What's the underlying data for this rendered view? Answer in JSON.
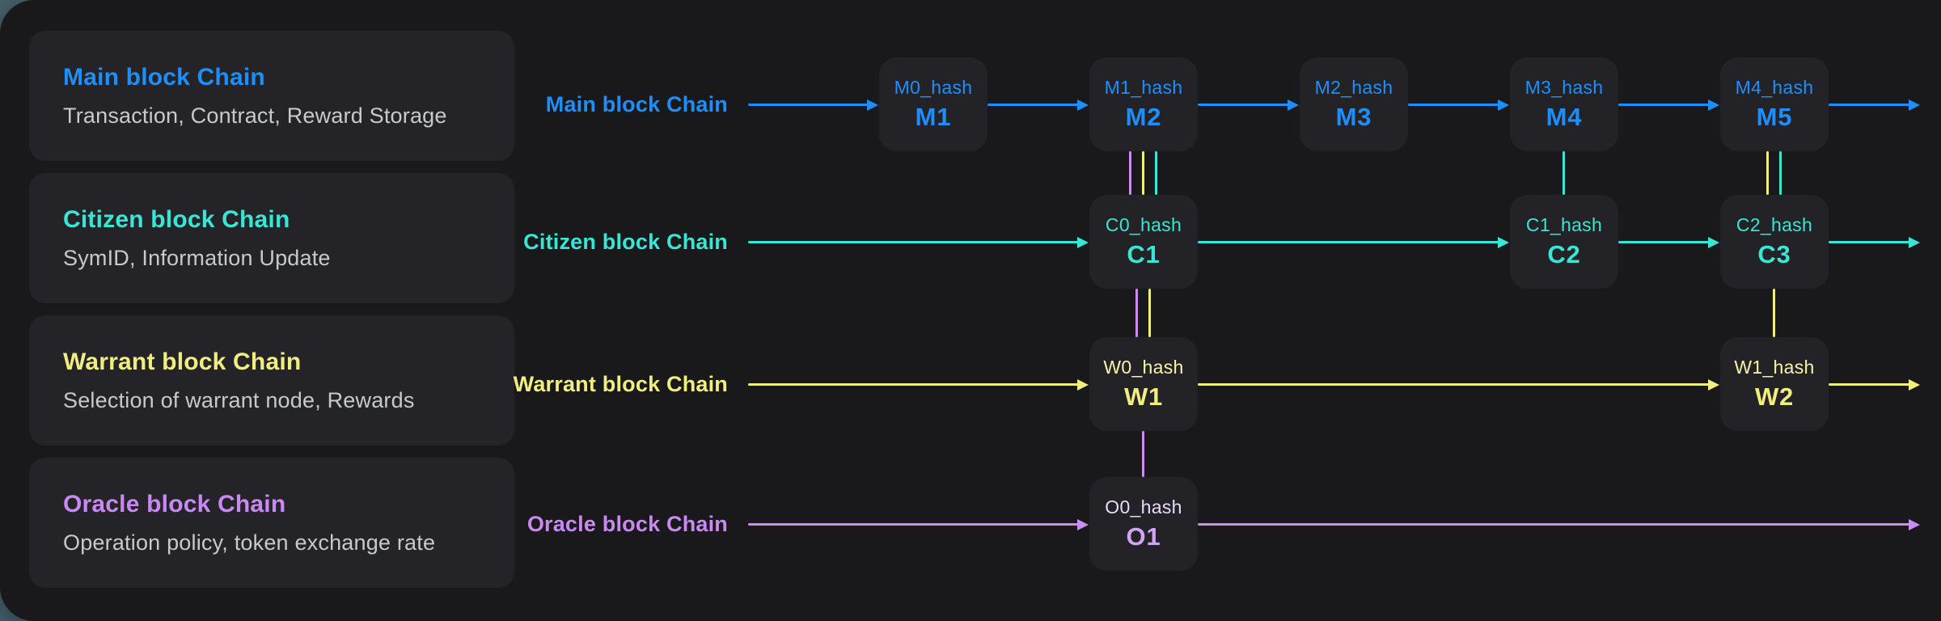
{
  "palette": {
    "page_bg": "#47636d",
    "panel_bg": "#19191b",
    "card_bg": "#242428",
    "block_bg": "#232327",
    "blue": "#1e8ffa",
    "cyan": "#38e6d5",
    "yellow": "#f1ed7f",
    "yellow_soft": "#f7f3a9",
    "purple": "#c988f2",
    "purple_line": "#cb8def",
    "purple_name": "#d2a4f6",
    "purple_soft": "#ead9f8",
    "subtitle": "#c8c9cd"
  },
  "legend": {
    "cards": [
      {
        "title": "Main block Chain",
        "subtitle": "Transaction, Contract, Reward Storage",
        "chain": "main"
      },
      {
        "title": "Citizen block Chain",
        "subtitle": "SymID, Information Update",
        "chain": "citizen"
      },
      {
        "title": "Warrant block Chain",
        "subtitle": "Selection of warrant node, Rewards",
        "chain": "warrant"
      },
      {
        "title": "Oracle block Chain",
        "subtitle": "Operation policy, token exchange rate",
        "chain": "oracle"
      }
    ]
  },
  "diagram": {
    "row_labels": [
      {
        "label": "Main block Chain",
        "chain": "main"
      },
      {
        "label": "Citizen block Chain",
        "chain": "citizen"
      },
      {
        "label": "Warrant block Chain",
        "chain": "warrant"
      },
      {
        "label": "Oracle block Chain",
        "chain": "oracle"
      }
    ],
    "blocks": [
      {
        "hash": "M0_hash",
        "name": "M1",
        "chain": "main"
      },
      {
        "hash": "M1_hash",
        "name": "M2",
        "chain": "main"
      },
      {
        "hash": "M2_hash",
        "name": "M3",
        "chain": "main"
      },
      {
        "hash": "M3_hash",
        "name": "M4",
        "chain": "main"
      },
      {
        "hash": "M4_hash",
        "name": "M5",
        "chain": "main"
      },
      {
        "hash": "C0_hash",
        "name": "C1",
        "chain": "citizen"
      },
      {
        "hash": "C1_hash",
        "name": "C2",
        "chain": "citizen"
      },
      {
        "hash": "C2_hash",
        "name": "C3",
        "chain": "citizen"
      },
      {
        "hash": "W0_hash",
        "name": "W1",
        "chain": "warrant"
      },
      {
        "hash": "W1_hash",
        "name": "W2",
        "chain": "warrant"
      },
      {
        "hash": "O0_hash",
        "name": "O1",
        "chain": "oracle"
      }
    ],
    "vertical_links": [
      {
        "from": "M2",
        "to": "C1",
        "colors": [
          "purple",
          "yellow",
          "cyan"
        ]
      },
      {
        "from": "M4",
        "to": "C2",
        "colors": [
          "cyan"
        ]
      },
      {
        "from": "M5",
        "to": "C3",
        "colors": [
          "yellow",
          "cyan"
        ]
      },
      {
        "from": "C1",
        "to": "W1",
        "colors": [
          "purple",
          "yellow"
        ]
      },
      {
        "from": "C3",
        "to": "W2",
        "colors": [
          "yellow"
        ]
      },
      {
        "from": "W1",
        "to": "O1",
        "colors": [
          "purple"
        ]
      }
    ]
  }
}
